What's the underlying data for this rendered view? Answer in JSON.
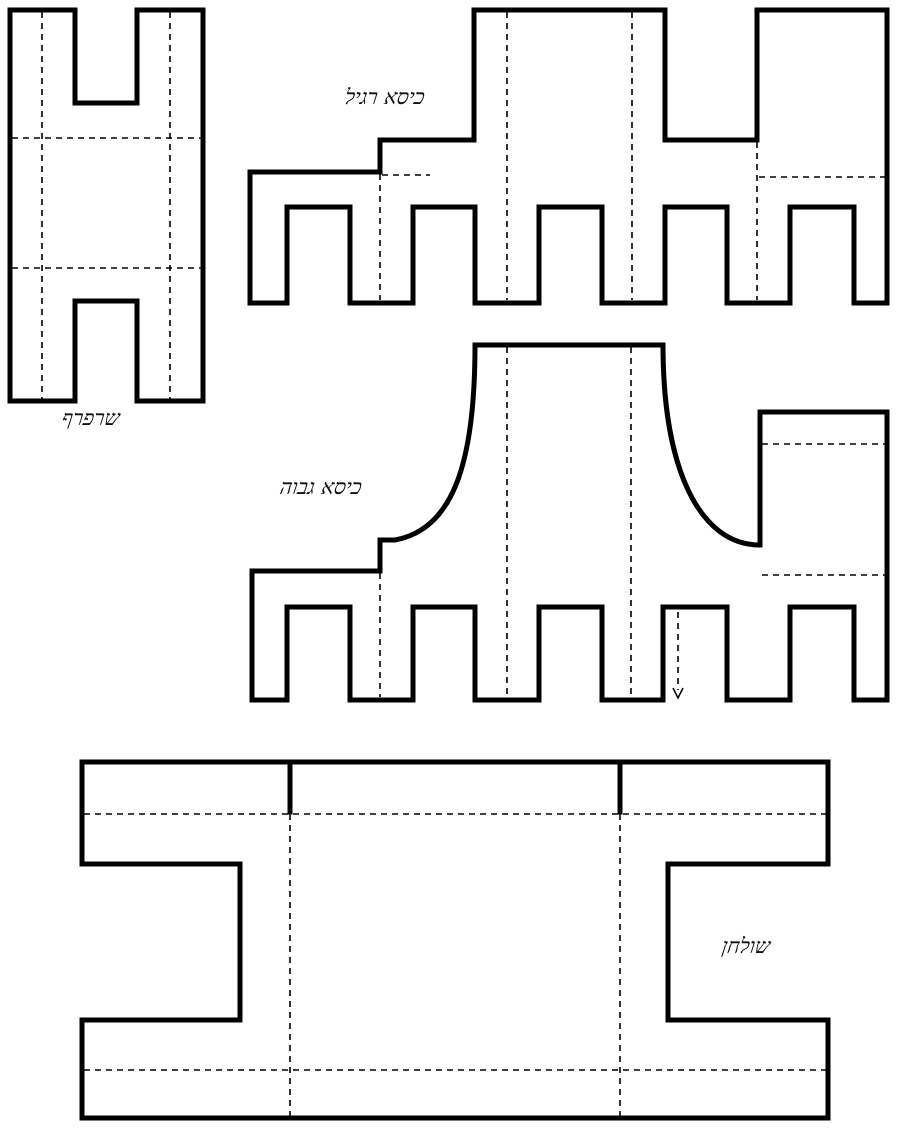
{
  "labels": {
    "stool": "שרפרף",
    "regular_chair": "כיסא רגיל",
    "high_chair": "כיסא גבוה",
    "table": "שולחן"
  },
  "colors": {
    "line": "#000000",
    "background": "#ffffff"
  }
}
